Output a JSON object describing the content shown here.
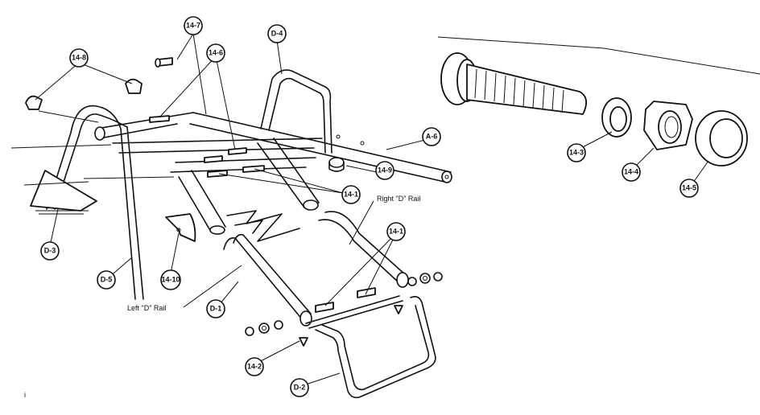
{
  "callouts": {
    "c14_7": "14-7",
    "c14_8": "14-8",
    "c14_6": "14-6",
    "cD_4": "D-4",
    "cA_6": "A-6",
    "c14_9": "14-9",
    "c14_1a": "14-1",
    "c14_1b": "14-1",
    "cD_3": "D-3",
    "cD_5": "D-5",
    "c14_10": "14-10",
    "cD_1": "D-1",
    "c14_2": "14-2",
    "cD_2": "D-2",
    "c14_3": "14-3",
    "c14_4": "14-4",
    "c14_5": "14-5"
  },
  "labels": {
    "right_rail": "Right \"D\" Rail",
    "left_rail": "Left \"D\" Rail",
    "corner_mark": "i"
  }
}
